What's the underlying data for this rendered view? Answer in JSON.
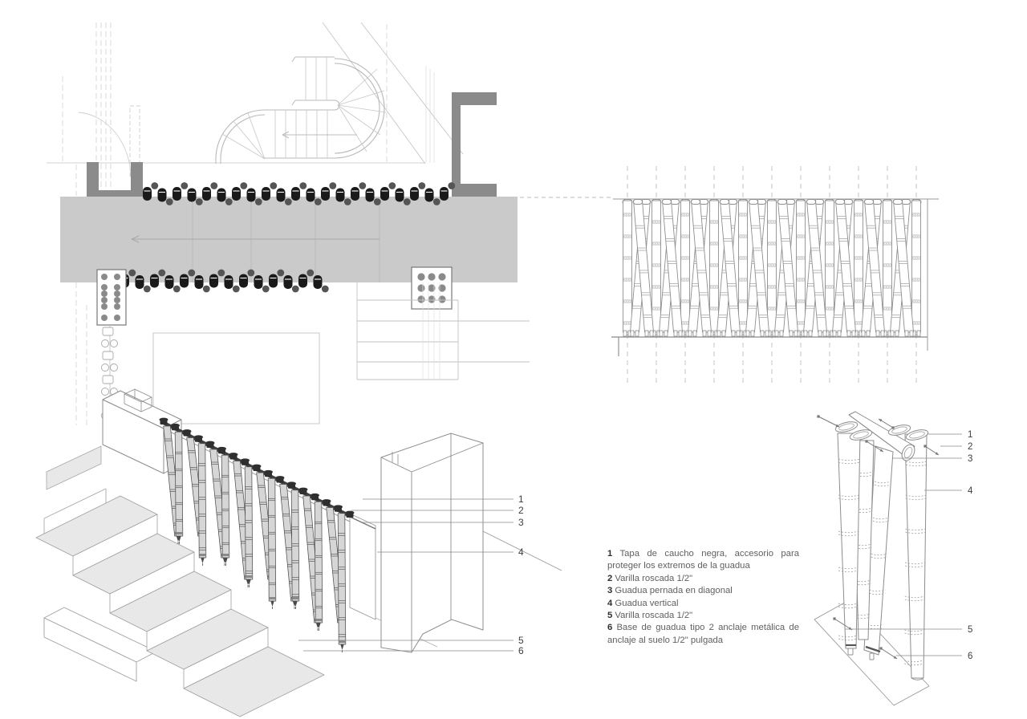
{
  "legend": {
    "items": [
      {
        "num": "1",
        "text": "Tapa de caucho negra, accesorio para proteger los extremos de la guadua"
      },
      {
        "num": "2",
        "text": "Varilla roscada 1/2\""
      },
      {
        "num": "3",
        "text": "Guadua pernada en diagonal"
      },
      {
        "num": "4",
        "text": "Guadua vertical"
      },
      {
        "num": "5",
        "text": "Varilla roscada 1/2\""
      },
      {
        "num": "6",
        "text": "Base de guadua tipo 2 anclaje metálica de anclaje al suelo 1/2\" pulgada"
      }
    ]
  },
  "callouts": {
    "axon_labels": [
      "1",
      "2",
      "3",
      "4",
      "5",
      "6"
    ],
    "detail_labels": [
      "1",
      "2",
      "3",
      "4",
      "5",
      "6"
    ]
  },
  "colors": {
    "paper": "#ffffff",
    "band": "#cacaca",
    "wall_dark": "#8b8b8b",
    "bamboo_black": "#1a1a1a",
    "dot_gray": "#555555",
    "line_faint": "#d2d2d2",
    "line_light": "#b5b5b5",
    "line_mid": "#999999",
    "ink": "#8c8c8c",
    "ink_dark": "#4a4a4a",
    "pole_fill": "#d6d6d6",
    "step_fill": "#e8e8e8",
    "num": "#3d3d3d"
  }
}
